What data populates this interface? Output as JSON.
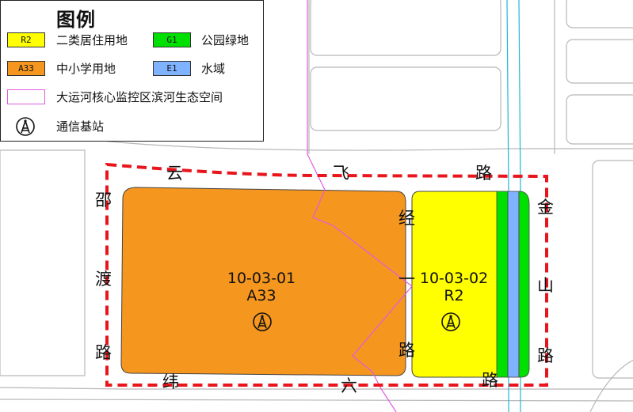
{
  "legend": {
    "title": "图例",
    "items": [
      {
        "code": "R2",
        "label": "二类居住用地",
        "color": "#ffff00"
      },
      {
        "code": "G1",
        "label": "公园绿地",
        "color": "#00e000"
      },
      {
        "code": "A33",
        "label": "中小学用地",
        "color": "#f5961e"
      },
      {
        "code": "E1",
        "label": "水域",
        "color": "#7fb2ff"
      },
      {
        "label": "大运河核心监控区滨河生态空间",
        "color": "#e05ce0"
      },
      {
        "label": "通信基站"
      }
    ]
  },
  "roads": {
    "north": [
      "云",
      "飞",
      "路"
    ],
    "west": [
      "邵",
      "渡",
      "路"
    ],
    "east": [
      "金",
      "山",
      "路"
    ],
    "middle": [
      "经",
      "一",
      "路"
    ],
    "south": [
      "纬",
      "六",
      "路"
    ]
  },
  "parcels": [
    {
      "id": "10-03-01",
      "code": "A33",
      "color": "#f5961e"
    },
    {
      "id": "10-03-02",
      "code": "R2",
      "color": "#ffff00"
    }
  ],
  "colors": {
    "road_edge": "#b8b8b8",
    "block_boundary": "#e8161c",
    "canal_line": "#e05ce0",
    "water_line": "#22b8d8"
  }
}
